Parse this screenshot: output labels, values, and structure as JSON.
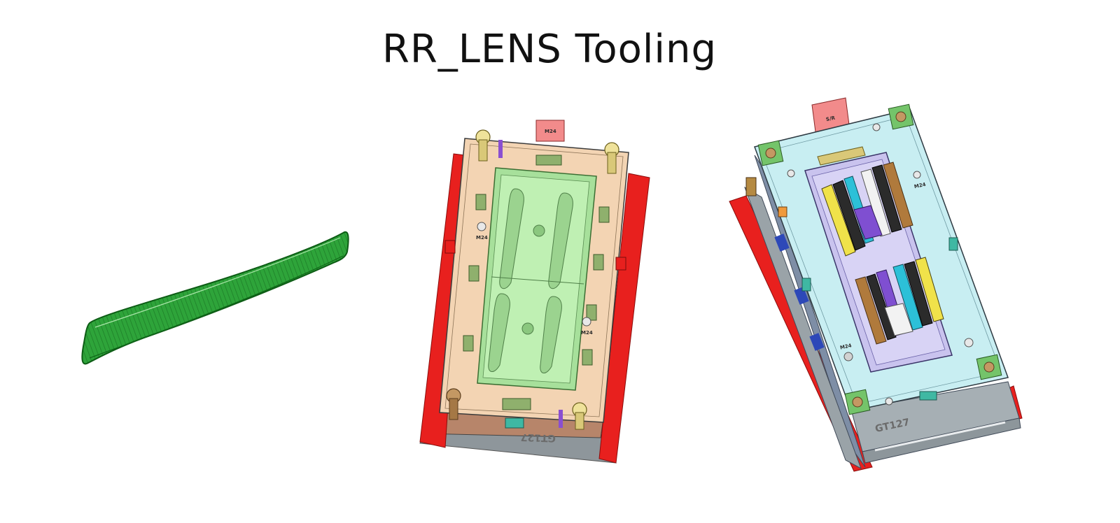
{
  "title": "RR_LENS Tooling",
  "colors": {
    "lens_green": "#2ea43a",
    "mold_red": "#e8201e",
    "plate_beige": "#f3d4b3",
    "cavity_green": "#a7e09b",
    "plate_cyan": "#c8eef2",
    "cavity_lavender": "#c9c3ee",
    "base_gray": "#9aa3a8"
  },
  "labels": {
    "ref_tab_top": "M24",
    "ref_tab_right": "S/R",
    "m24_left_upper": "M24",
    "m24_left_lower": "M24",
    "m24_right_upper": "M24",
    "m24_right_lower": "M24",
    "mold_number_a": "GT127",
    "mold_number_b": "GT127"
  }
}
